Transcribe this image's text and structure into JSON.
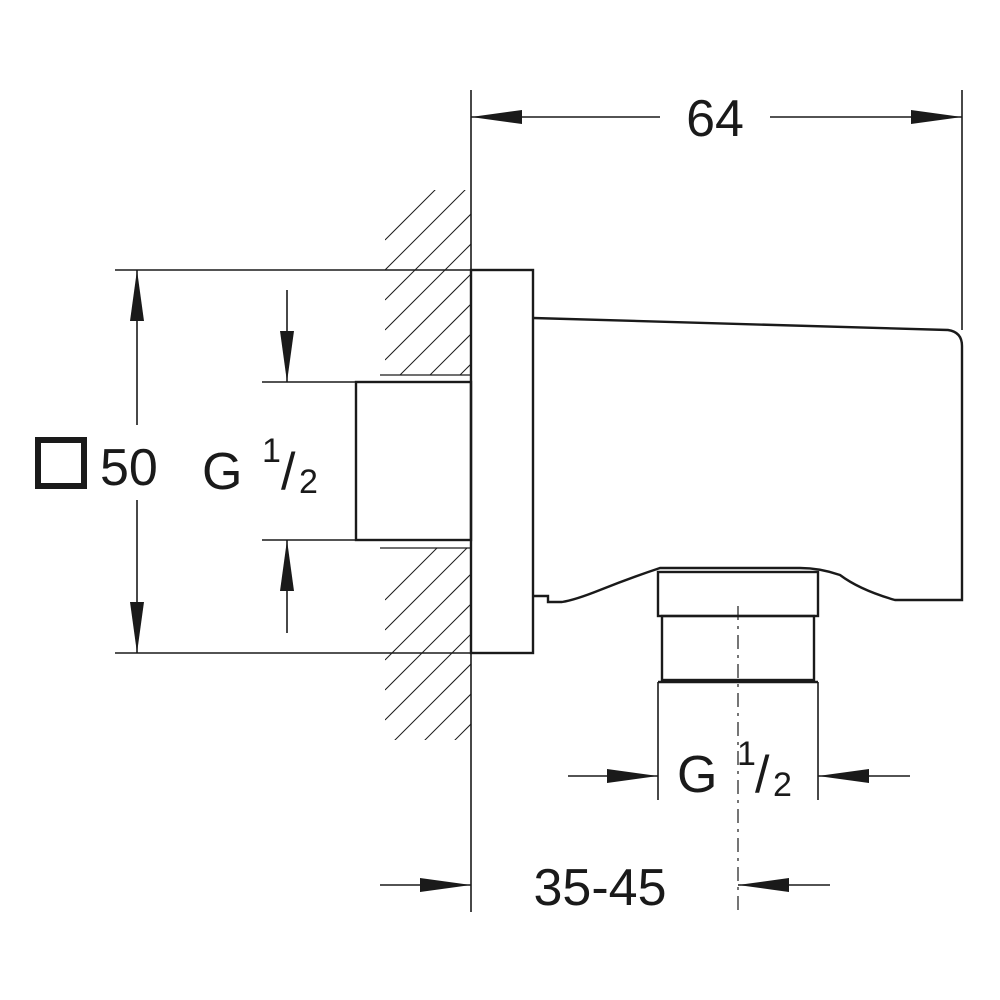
{
  "dimensions": {
    "width_label": "64",
    "height_symbol": "□",
    "height_label": "50",
    "wall_depth_label": "35-45",
    "inlet_thread": {
      "prefix": "G",
      "numerator": "1",
      "slash": "/",
      "denominator": "2"
    },
    "outlet_thread": {
      "prefix": "G",
      "numerator": "1",
      "slash": "/",
      "denominator": "2"
    }
  }
}
